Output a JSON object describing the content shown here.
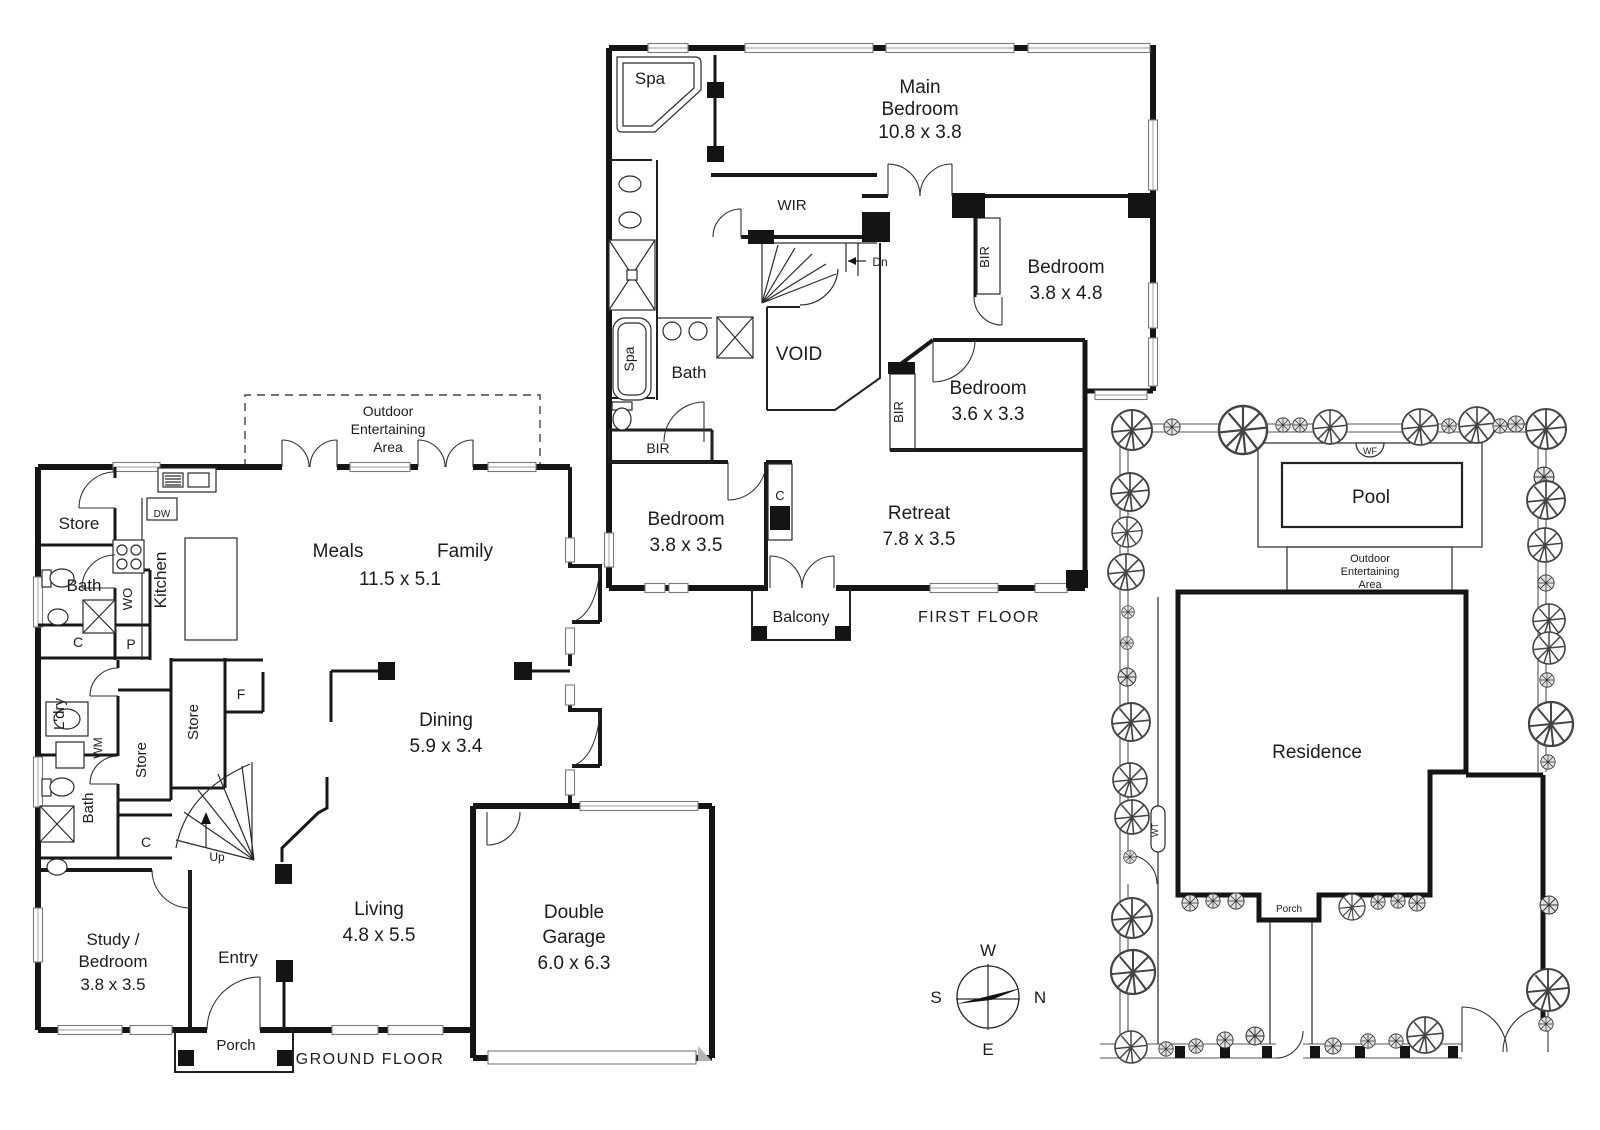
{
  "ff": {
    "title": "FIRST FLOOR",
    "spa_nook": "Spa",
    "main_1": "Main",
    "main_2": "Bedroom",
    "main_dim": "10.8 x 3.8",
    "wir": "WIR",
    "dn": "Dn",
    "void": "VOID",
    "spa_bath": "Spa",
    "bath": "Bath",
    "bir_left": "BIR",
    "bed_left": "Bedroom",
    "bed_left_dim": "3.8 x 3.5",
    "c": "C",
    "balcony": "Balcony",
    "retreat": "Retreat",
    "retreat_dim": "7.8 x 3.5",
    "bir_mid": "BIR",
    "bed_mid": "Bedroom",
    "bed_mid_dim": "3.6 x 3.3",
    "bir_right": "BIR",
    "bed_right": "Bedroom",
    "bed_right_dim": "3.8 x 4.8"
  },
  "gf": {
    "title": "GROUND FLOOR",
    "outdoor_1": "Outdoor",
    "outdoor_2": "Entertaining",
    "outdoor_3": "Area",
    "store_top": "Store",
    "bath_top": "Bath",
    "c_top": "C",
    "wo": "WO",
    "p": "P",
    "dw": "DW",
    "kitchen": "Kitchen",
    "meals": "Meals",
    "family": "Family",
    "meals_dim": "11.5 x 5.1",
    "ldry": "L'dry",
    "wm": "WM",
    "store_1": "Store",
    "store_2": "Store",
    "f": "F",
    "c_mid": "C",
    "bath_low": "Bath",
    "up": "Up",
    "dining": "Dining",
    "dining_dim": "5.9 x 3.4",
    "living": "Living",
    "living_dim": "4.8 x 5.5",
    "study_1": "Study /",
    "study_2": "Bedroom",
    "study_dim": "3.8 x 3.5",
    "entry": "Entry",
    "porch": "Porch",
    "garage_1": "Double",
    "garage_2": "Garage",
    "garage_dim": "6.0 x 6.3"
  },
  "site": {
    "pool": "Pool",
    "wf": "WF",
    "outdoor_1": "Outdoor",
    "outdoor_2": "Entertaining",
    "outdoor_3": "Area",
    "residence": "Residence",
    "porch": "Porch",
    "wt": "WT"
  },
  "compass": {
    "n": "N",
    "e": "E",
    "s": "S",
    "w": "W"
  }
}
